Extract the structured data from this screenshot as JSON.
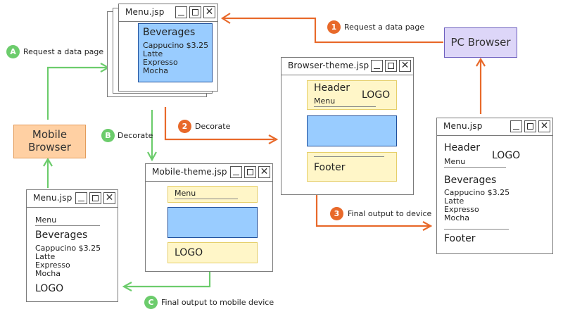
{
  "devices": {
    "pc_browser": "PC Browser",
    "mobile_browser_line1": "Mobile",
    "mobile_browser_line2": "Browser"
  },
  "steps": {
    "s1": {
      "badge": "1",
      "label": "Request a data page"
    },
    "s2": {
      "badge": "2",
      "label": "Decorate"
    },
    "s3": {
      "badge": "3",
      "label": "Final output to device"
    },
    "sA": {
      "badge": "A",
      "label": "Request a data page"
    },
    "sB": {
      "badge": "B",
      "label": "Decorate"
    },
    "sC": {
      "badge": "C",
      "label": "Final output to mobile device"
    }
  },
  "source_page": {
    "title": "Menu.jsp",
    "heading": "Beverages",
    "items": [
      "Cappucino $3.25",
      "Latte",
      "Expresso",
      "Mocha"
    ]
  },
  "browser_theme": {
    "title": "Browser-theme.jsp",
    "header": "Header",
    "logo": "LOGO",
    "menu": "Menu",
    "footer": "Footer"
  },
  "mobile_theme": {
    "title": "Mobile-theme.jsp",
    "menu": "Menu",
    "logo": "LOGO"
  },
  "pc_output": {
    "title": "Menu.jsp",
    "header": "Header",
    "logo": "LOGO",
    "menu": "Menu",
    "heading": "Beverages",
    "items": [
      "Cappucino $3.25",
      "Latte",
      "Expresso",
      "Mocha"
    ],
    "footer": "Footer"
  },
  "mobile_output": {
    "title": "Menu.jsp",
    "menu": "Menu",
    "heading": "Beverages",
    "items": [
      "Cappucino $3.25",
      "Latte",
      "Expresso",
      "Mocha"
    ],
    "logo": "LOGO"
  },
  "colors": {
    "pc_flow": "#e8692a",
    "mobile_flow": "#6ccc6c",
    "pc_browser_fill": "#ddd6f8",
    "mobile_browser_fill": "#ffd0a3",
    "content_blue": "#99ccff",
    "theme_yellow": "#fff6c8"
  }
}
